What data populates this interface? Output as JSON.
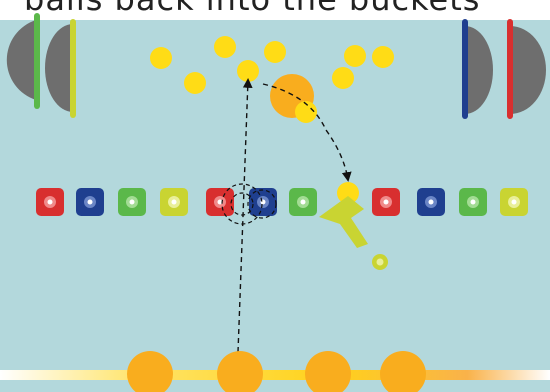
{
  "caption": {
    "text": "balls back into the buckets"
  },
  "palette": {
    "background": "#b3d8dc",
    "ball": "#ffdc16",
    "big_ball": "#f9ad1e",
    "red": "#d82f2f",
    "blue": "#1f3f8f",
    "green": "#5bb84a",
    "lime": "#c9d432",
    "bucket": "#6e6e6e"
  },
  "left_buckets": [
    "green",
    "lime"
  ],
  "right_buckets": [
    "blue",
    "red"
  ],
  "blocks": [
    "red",
    "blue",
    "green",
    "lime",
    "red",
    "blue",
    "green",
    "red",
    "blue",
    "green",
    "lime"
  ],
  "floor_balls": 4,
  "air_balls": 10,
  "icons": [
    "target-ring-icon",
    "cannon-icon",
    "arrow-path-icon"
  ]
}
